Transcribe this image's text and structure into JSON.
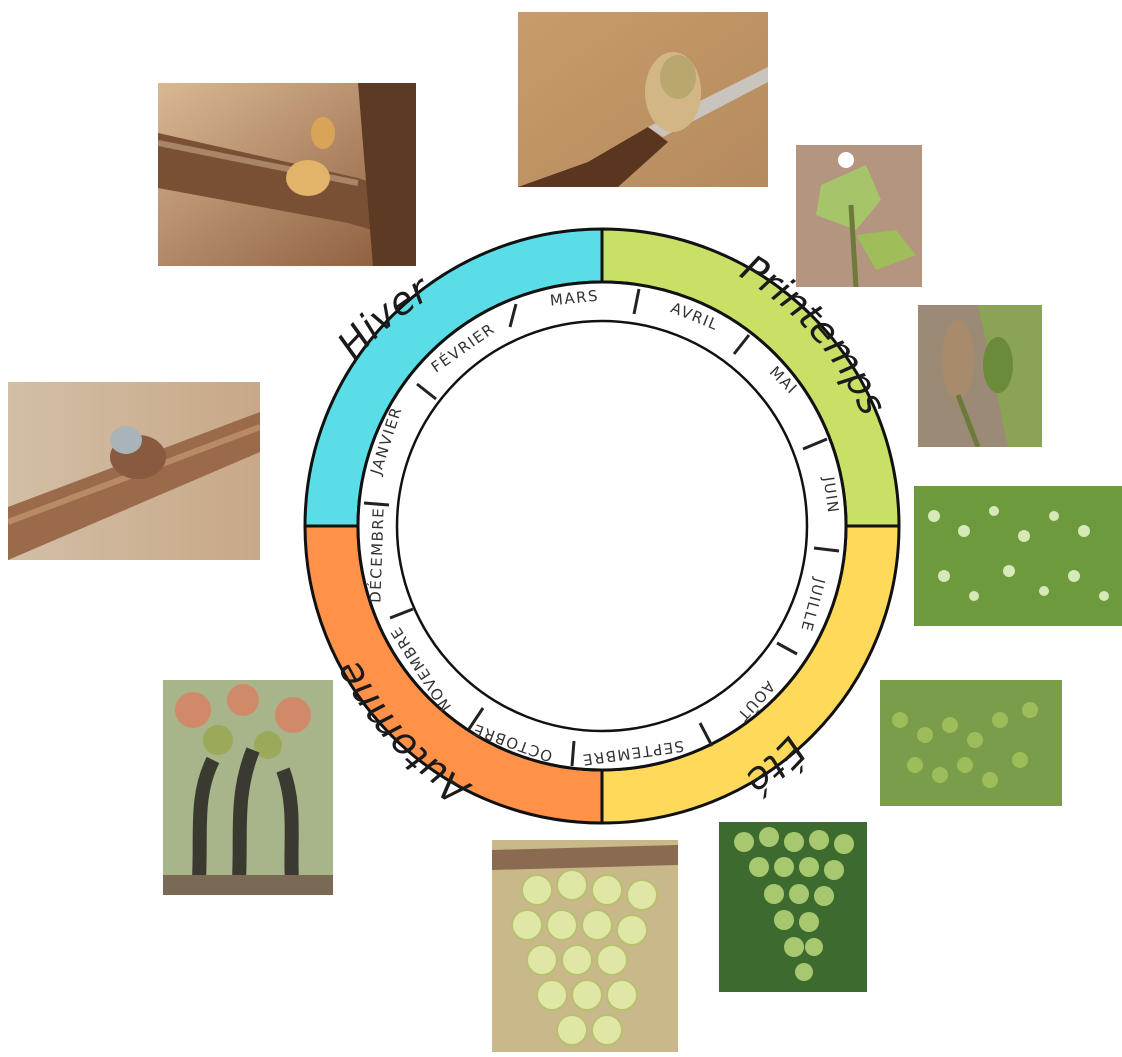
{
  "seasons": {
    "winter": {
      "label": "Hiver",
      "color": "#5ADDE6"
    },
    "spring": {
      "label": "Printemps",
      "color": "#C8E065"
    },
    "summer": {
      "label": "Été",
      "color": "#FFD95A"
    },
    "autumn": {
      "label": "Automne",
      "color": "#FF9148"
    }
  },
  "months": {
    "january": "JANVIER",
    "february": "FÉVRIER",
    "march": "MARS",
    "april": "AVRIL",
    "may": "MAI",
    "june": "JUIN",
    "july": "JUILLE",
    "august": "AOÛT",
    "september": "SEPTEMBRE",
    "october": "OCTOBRE",
    "november": "NOVEMBRE",
    "december": "DÉCEMBRE"
  },
  "photos": [
    {
      "subject": "dormant-bud"
    },
    {
      "subject": "bud-burst"
    },
    {
      "subject": "leaf-emergence"
    },
    {
      "subject": "flower-cluster"
    },
    {
      "subject": "flowering"
    },
    {
      "subject": "fruit-set"
    },
    {
      "subject": "green-grape-bunch"
    },
    {
      "subject": "ripe-grape-bunch"
    },
    {
      "subject": "autumn-vines"
    },
    {
      "subject": "winter-cane-bud"
    }
  ]
}
